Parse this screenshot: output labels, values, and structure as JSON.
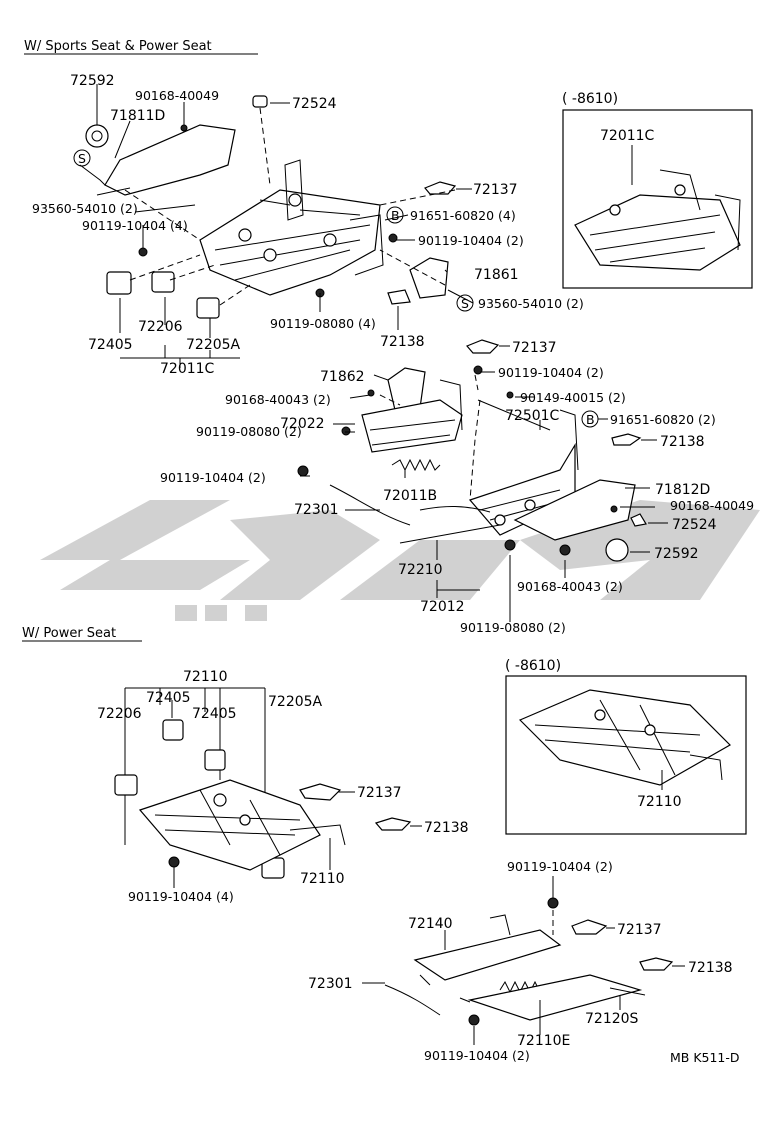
{
  "sections": {
    "sports_power": "W/ Sports Seat & Power Seat",
    "power_only": "W/ Power Seat"
  },
  "inset_labels": {
    "inset1": "(       -8610)",
    "inset2": "(       -8610)"
  },
  "footer": {
    "code": "MB K511-D"
  },
  "labels": {
    "l72592a": "72592",
    "l90168_40049a": "90168-40049",
    "l72524a": "72524",
    "l71811D": "71811D",
    "l72011C_inset": "72011C",
    "l72137a": "72137",
    "l91651a": "91651-60820 (4)",
    "l93560a": "93560-54010 (2)",
    "l90119_10404a": "90119-10404 (4)",
    "l90119_10404b": "90119-10404 (2)",
    "l71861": "71861",
    "l93560b": "93560-54010 (2)",
    "l90119_08080a": "90119-08080 (4)",
    "l72405a": "72405",
    "l72206a": "72206",
    "l72205Aa": "72205A",
    "l72138a": "72138",
    "l72011C": "72011C",
    "l72137b": "72137",
    "l71862": "71862",
    "l90119_10404c": "90119-10404 (2)",
    "l90168_40043a": "90168-40043 (2)",
    "l90149_40015": "90149-40015 (2)",
    "l72501C": "72501C",
    "l90119_08080b": "90119-08080 (2)",
    "l91651b": "91651-60820 (2)",
    "l72022": "72022",
    "l72138b": "72138",
    "l90119_10404d": "90119-10404 (2)",
    "l72011B": "72011B",
    "l71812D": "71812D",
    "l72301a": "72301",
    "l90168_40049b": "90168-40049",
    "l72524b": "72524",
    "l72592b": "72592",
    "l72210": "72210",
    "l90168_40043b": "90168-40043 (2)",
    "l72012": "72012",
    "l90119_08080c": "90119-08080 (2)",
    "l72110a": "72110",
    "l72405b": "72405",
    "l72206b": "72206",
    "l72405c": "72405",
    "l72205Ab": "72205A",
    "l72137c": "72137",
    "l72138c": "72138",
    "l72110b": "72110",
    "l90119_10404e": "90119-10404 (4)",
    "l72110_inset": "72110",
    "l90119_10404f": "90119-10404 (2)",
    "l72140": "72140",
    "l72137d": "72137",
    "l72138d": "72138",
    "l72301b": "72301",
    "l72110E": "72110E",
    "l72120S": "72120S",
    "l90119_10404g": "90119-10404 (2)"
  },
  "symbols": {
    "s": "S",
    "b": "B"
  }
}
